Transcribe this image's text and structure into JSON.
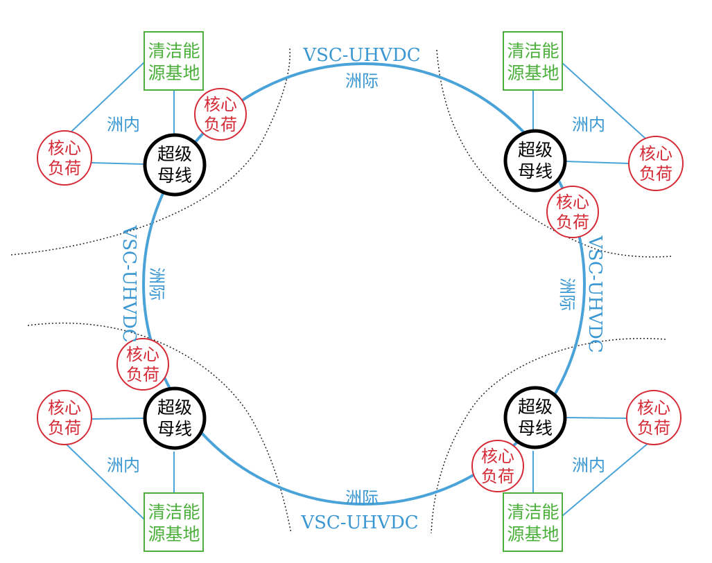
{
  "colors": {
    "link": "#4aa3d8",
    "label": "#3a97d1",
    "load": "#d42a36",
    "source": "#4caf3c",
    "bus": "#000000",
    "boundary": "#222222"
  },
  "labels": {
    "vsc": "VSC-UHVDC",
    "inter": "洲际",
    "intra": "洲内",
    "bus_1": "超级",
    "bus_2": "母线",
    "load_1": "核心",
    "load_2": "负荷",
    "source_1": "清洁能",
    "source_2": "源基地"
  },
  "nodes": {
    "buses": [
      "top-left",
      "top-right",
      "bottom-left",
      "bottom-right"
    ]
  }
}
